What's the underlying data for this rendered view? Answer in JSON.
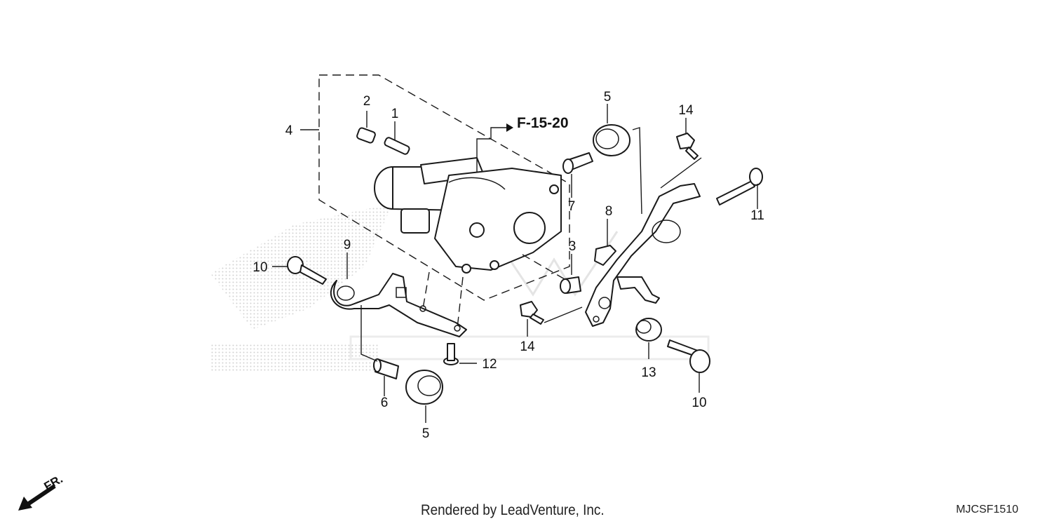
{
  "diagram": {
    "reference_label": "F-15-20",
    "callouts": {
      "c1": "1",
      "c2": "2",
      "c3": "3",
      "c4": "4",
      "c5a": "5",
      "c5b": "5",
      "c6": "6",
      "c7": "7",
      "c8": "8",
      "c9": "9",
      "c10a": "10",
      "c10b": "10",
      "c11": "11",
      "c12": "12",
      "c13": "13",
      "c14a": "14",
      "c14b": "14"
    },
    "direction_label": "FR."
  },
  "footer": {
    "rendered_by": "Rendered by LeadVenture, Inc.",
    "diagram_code": "MJCSF1510"
  }
}
